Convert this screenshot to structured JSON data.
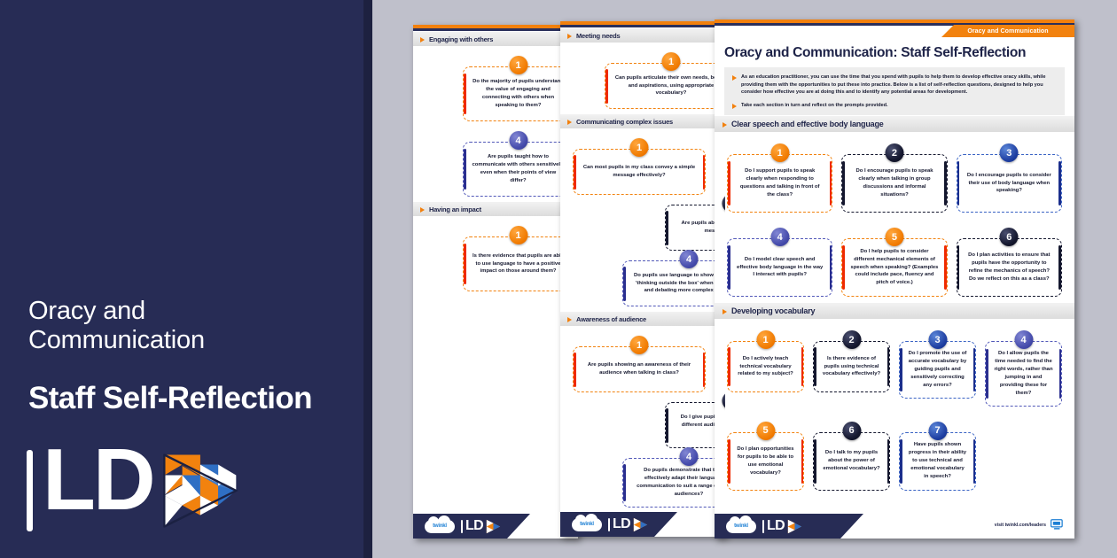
{
  "left_panel": {
    "subtitle": "Oracy and\nCommunication",
    "title": "Staff Self-Reflection",
    "logo_text": "LD",
    "logo_icon": "ld-play-triangle-logo",
    "bg_color": "#272c55"
  },
  "colors": {
    "navy": "#272c55",
    "orange": "#f2820e",
    "red_accent": "#ef2a00",
    "blue": "#1d3da0",
    "violet": "#454bab",
    "page_bg": "#bfc0cb"
  },
  "front_page": {
    "corner_tab": "Oracy and Communication",
    "title": "Oracy and Communication: Staff Self-Reflection",
    "intro_bullets": [
      "As an education practitioner, you can use the time that you spend with pupils to help them to develop effective oracy skills, while providing them with the opportunities to put these into practice. Below is a list of self-reflection questions, designed to help you consider how effective you are at doing this and to identify any potential areas for development.",
      "Take each section in turn and reflect on the prompts provided."
    ],
    "sections": [
      {
        "heading": "Clear speech and effective body language",
        "rows": [
          [
            {
              "num": "1",
              "color": "orange",
              "text": "Do I support pupils to speak clearly when responding to questions and talking in front of the class?"
            },
            {
              "num": "2",
              "color": "navy",
              "text": "Do I encourage pupils to speak clearly when talking in group discussions and informal situations?"
            },
            {
              "num": "3",
              "color": "blue",
              "text": "Do I encourage pupils to consider their use of body language when speaking?"
            }
          ],
          [
            {
              "num": "4",
              "color": "violet",
              "text": "Do I model clear speech and effective body language in the way I interact with pupils?"
            },
            {
              "num": "5",
              "color": "orange",
              "text": "Do I help pupils to consider different mechanical elements of speech when speaking? (Examples could include pace, fluency and pitch of voice.)"
            },
            {
              "num": "6",
              "color": "navy",
              "text": "Do I plan activities to ensure that pupils have the opportunity to refine the mechanics of speech? Do we reflect on this as a class?"
            }
          ]
        ]
      },
      {
        "heading": "Developing vocabulary",
        "rows": [
          [
            {
              "num": "1",
              "color": "orange",
              "text": "Do I actively teach technical vocabulary related to my subject?"
            },
            {
              "num": "2",
              "color": "navy",
              "text": "Is there evidence of pupils using technical vocabulary effectively?"
            },
            {
              "num": "3",
              "color": "blue",
              "text": "Do I promote the use of accurate vocabulary by guiding pupils and sensitively correcting any errors?"
            },
            {
              "num": "4",
              "color": "violet",
              "text": "Do I allow pupils the time needed to find the right words, rather than jumping in and providing these for them?"
            }
          ],
          [
            {
              "num": "5",
              "color": "orange",
              "text": "Do I plan opportunities for pupils to be able to use emotional vocabulary?"
            },
            {
              "num": "6",
              "color": "navy",
              "text": "Do I talk to my pupils about the power of emotional vocabulary?"
            },
            {
              "num": "7",
              "color": "blue",
              "text": "Have pupils shown progress in their ability to use technical and emotional vocabulary in speech?"
            }
          ]
        ]
      }
    ],
    "footer": {
      "twinkl_label": "twinkl",
      "ld_label": "LD",
      "link_text": "visit twinkl.com/leaders",
      "link_icon": "screen-icon"
    }
  },
  "mid_page": {
    "sections": [
      {
        "heading": "Meeting needs",
        "cards": [
          {
            "num": "1",
            "color": "orange",
            "text": "Can pupils articulate their own needs, beliefs and aspirations, using appropriate vocabulary?"
          }
        ]
      },
      {
        "heading": "Communicating complex issues",
        "cards": [
          {
            "num": "1",
            "color": "orange",
            "text": "Can most pupils in my class convey a simple message effectively?"
          },
          {
            "num": "2",
            "color": "navy",
            "text": "Are pupils able to convey more complex messages and ideas?"
          },
          {
            "num": "4",
            "color": "violet",
            "text": "Do pupils use language to show evidence of 'thinking outside the box' when discussing and debating more complex topics?"
          }
        ]
      },
      {
        "heading": "Awareness of audience",
        "cards": [
          {
            "num": "1",
            "color": "orange",
            "text": "Are pupils showing an awareness of their audience when talking in class?"
          },
          {
            "num": "2",
            "color": "navy",
            "text": "Do I give pupils the opportunity to talk to different audiences in real and imagined situations?"
          },
          {
            "num": "4",
            "color": "violet",
            "text": "Do pupils demonstrate that they can effectively adapt their language and communication to suit a range of different audiences?"
          }
        ]
      }
    ],
    "footer": {
      "twinkl_label": "twinkl",
      "ld_label": "LD"
    }
  },
  "back_page": {
    "sections": [
      {
        "heading": "Engaging with others",
        "cards": [
          {
            "num": "1",
            "color": "orange",
            "text": "Do the majority of pupils understand the value of engaging and connecting with others when speaking to them?"
          },
          {
            "num": "4",
            "color": "violet",
            "text": "Are pupils taught how to communicate with others sensitively, even when their points of view differ?"
          }
        ]
      },
      {
        "heading": "Having an impact",
        "cards": [
          {
            "num": "1",
            "color": "orange",
            "text": "Is there evidence that pupils are able to use language to have a positive impact on those around them?"
          }
        ]
      }
    ],
    "footer": {
      "twinkl_label": "twinkl",
      "ld_label": "LD"
    }
  }
}
